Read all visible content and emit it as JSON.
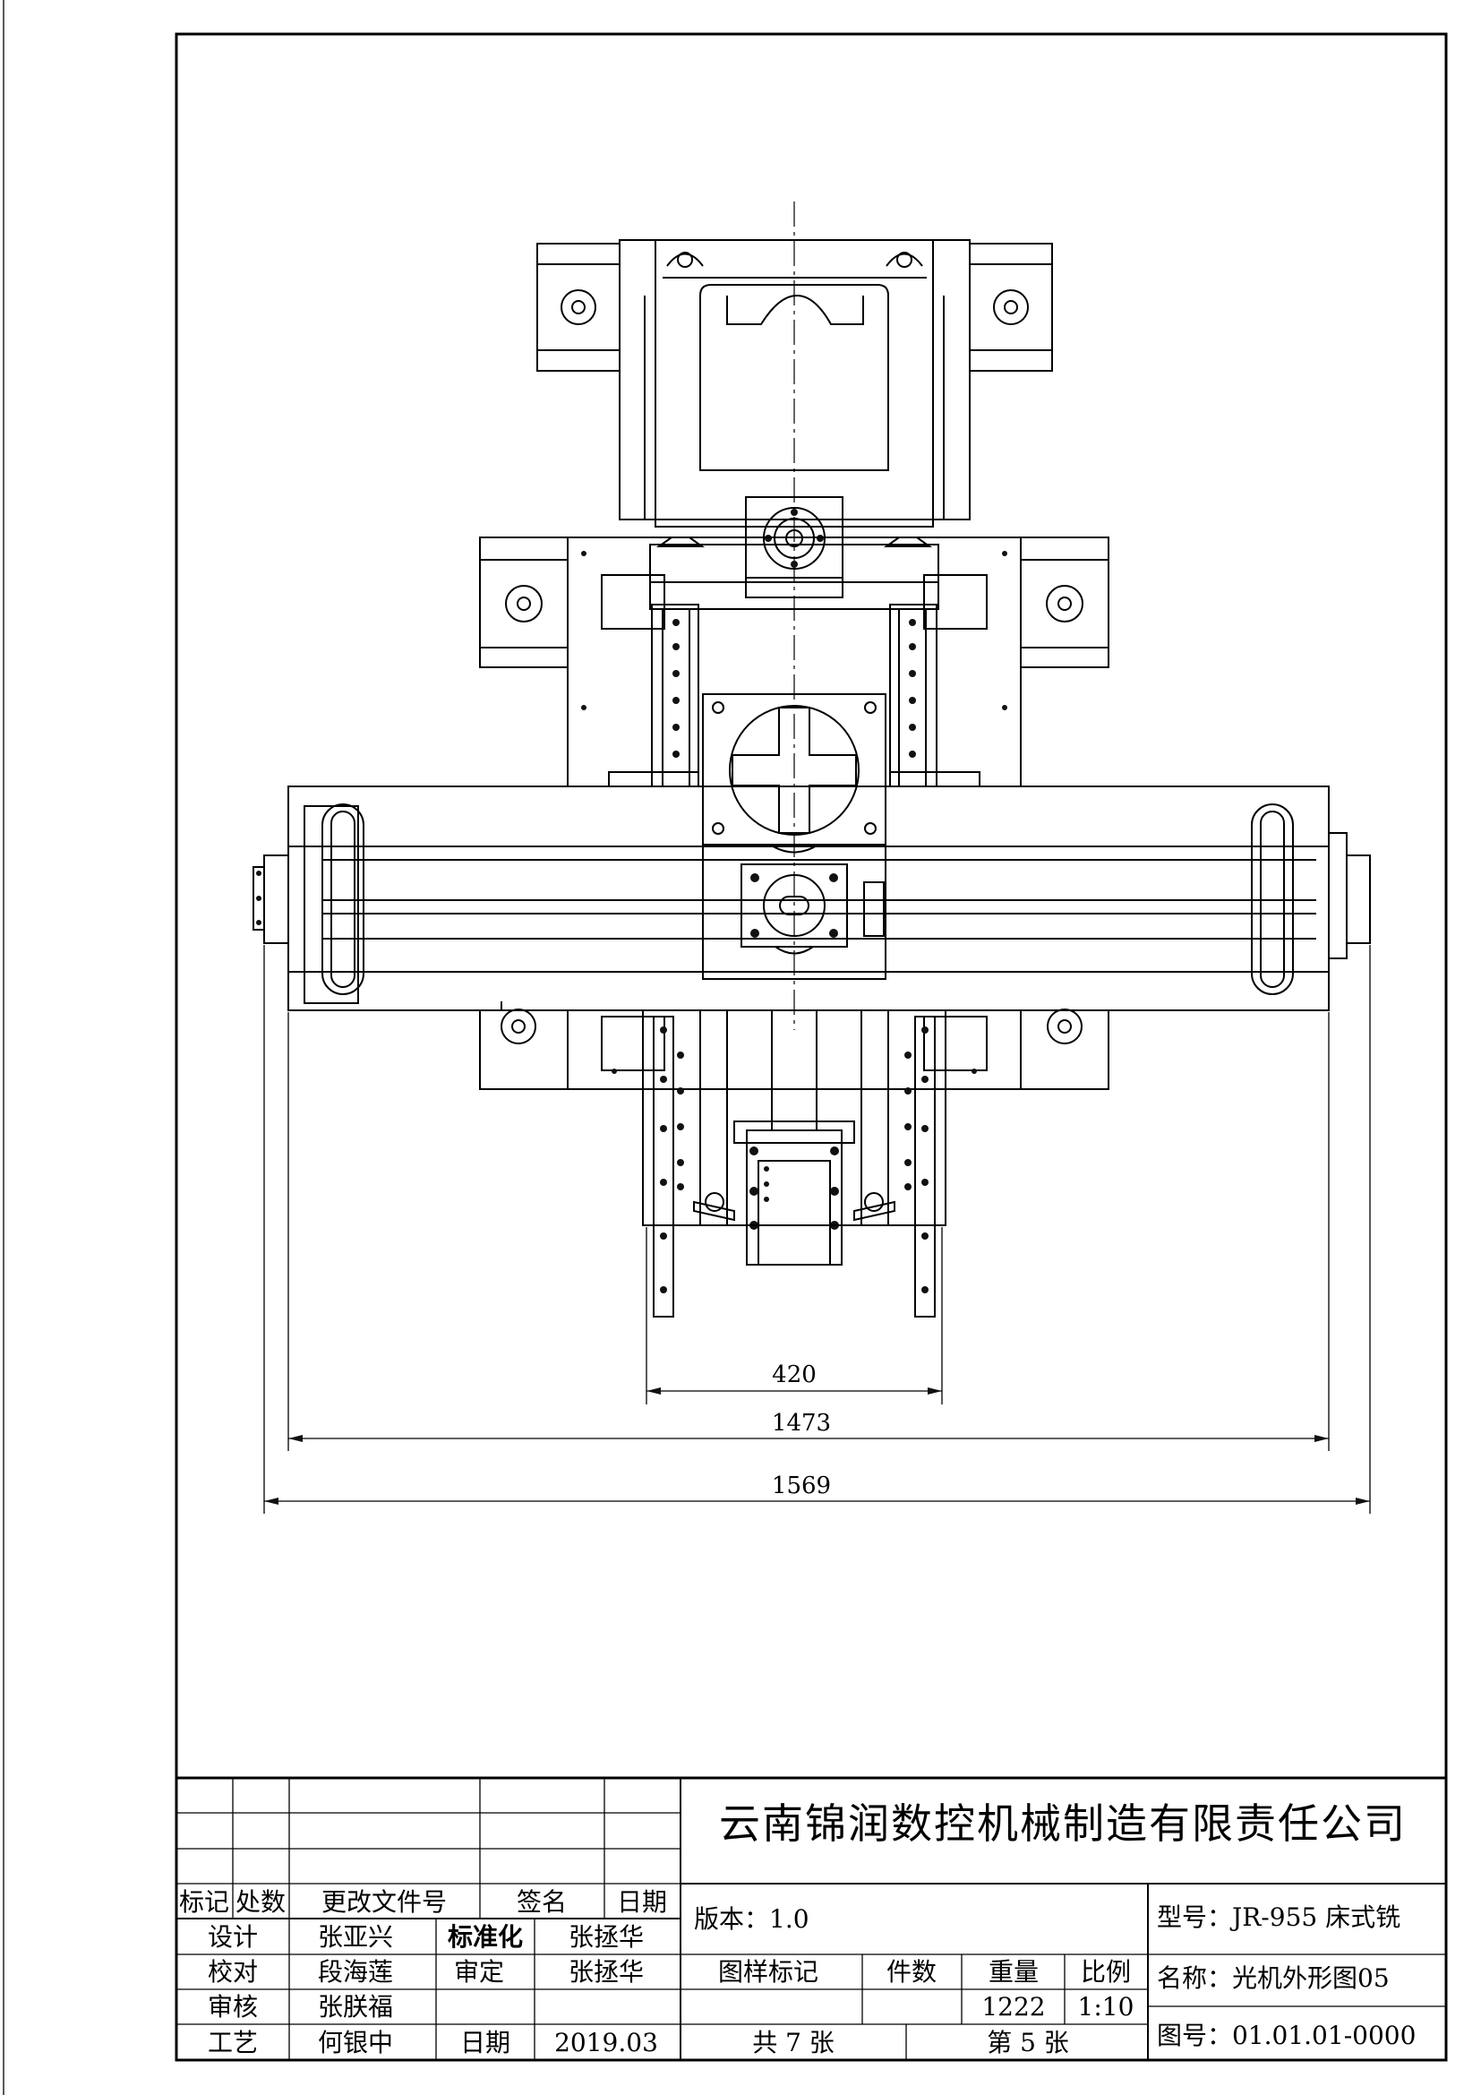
{
  "company": "云南锦润数控机械制造有限责任公司",
  "dimensions": {
    "d420": "420",
    "d1473": "1473",
    "d1569": "1569"
  },
  "title_block": {
    "rev_headers": [
      "标记",
      "处数",
      "更改文件号",
      "签名",
      "日期"
    ],
    "design_label": "设计",
    "designer": "张亚兴",
    "standardization_label": "标准化",
    "standardizer": "张拯华",
    "check_label": "校对",
    "checker": "段海莲",
    "approve_label": "审定",
    "approver": "张拯华",
    "review_label": "审核",
    "reviewer": "张朕福",
    "process_label": "工艺",
    "process_person": "何银中",
    "date_label": "日期",
    "date": "2019.03",
    "version": "版本：1.0",
    "sample_mark_label": "图样标记",
    "count_label": "件数",
    "weight_label": "重量",
    "weight": "1222",
    "scale_label": "比例",
    "scale": "1:10",
    "total_sheets": "共 7 张",
    "sheet_no": "第 5 张",
    "model": "型号：JR-955 床式铣",
    "name": "名称：光机外形图05",
    "drawing_no": "图号：01.01.01-0000"
  }
}
